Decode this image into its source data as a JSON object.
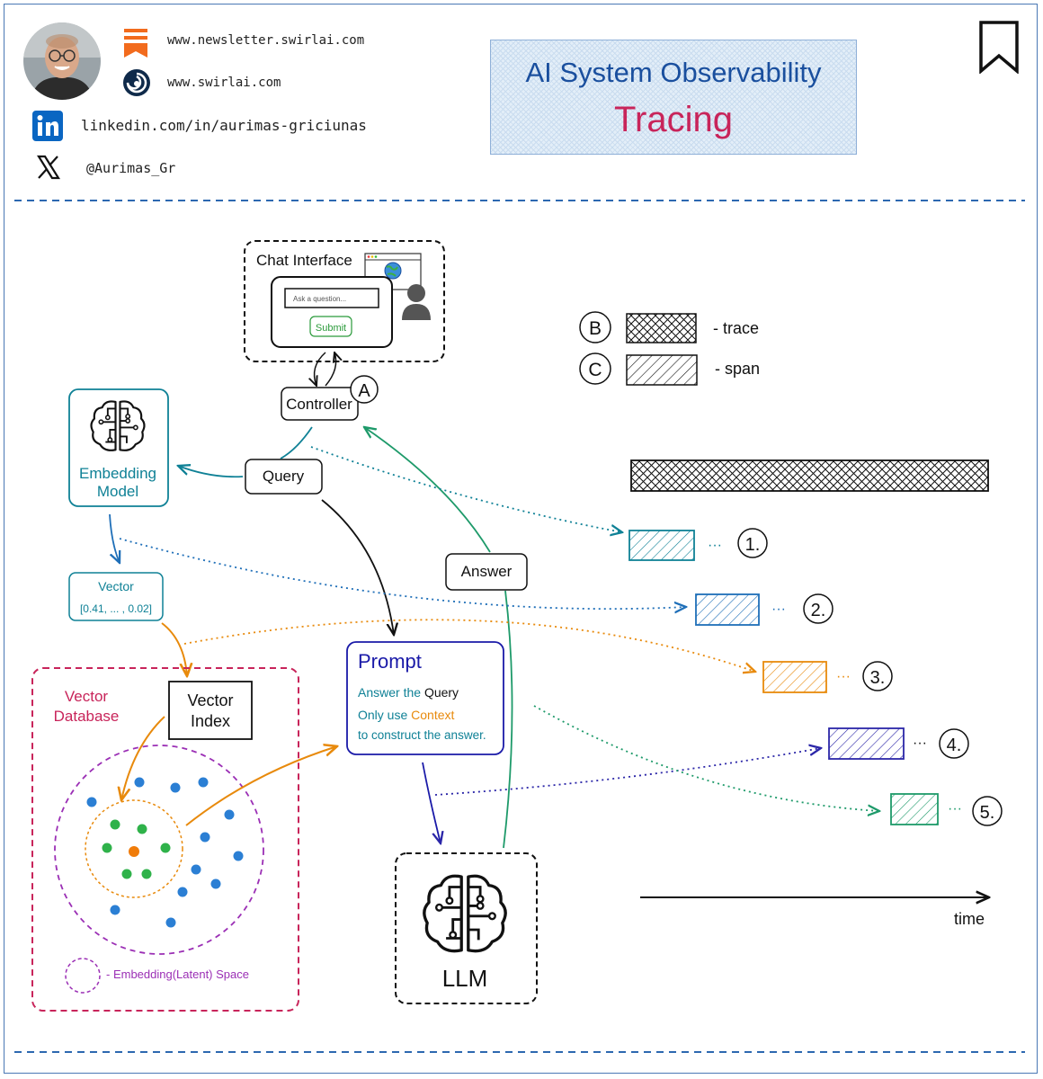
{
  "header": {
    "newsletter_url": "www.newsletter.swirlai.com",
    "site_url": "www.swirlai.com",
    "linkedin": "linkedin.com/in/aurimas-griciunas",
    "twitter": "@Aurimas_Gr",
    "title": "AI System Observability",
    "subtitle": "Tracing"
  },
  "diagram": {
    "chat_title": "Chat Interface",
    "ask_placeholder": "Ask a question...",
    "submit": "Submit",
    "controller": "Controller",
    "controller_mark": "A",
    "query": "Query",
    "answer": "Answer",
    "embedding_1": "Embedding",
    "embedding_2": "Model",
    "vector_title": "Vector",
    "vector_value": "[0.41, ... , 0.02]",
    "vdb_1": "Vector",
    "vdb_2": "Database",
    "vindex_1": "Vector",
    "vindex_2": "Index",
    "prompt_title": "Prompt",
    "prompt_l1a": "Answer the ",
    "prompt_l1b": "Query",
    "prompt_l2a": "Only use ",
    "prompt_l2b": "Context",
    "prompt_l3": "to construct the answer.",
    "llm": "LLM",
    "latent_legend": "- Embedding(Latent) Space"
  },
  "legend": {
    "trace_mark": "B",
    "trace_label": "- trace",
    "span_mark": "C",
    "span_label": "- span"
  },
  "timeline": {
    "time_label": "time",
    "ellipsis": "···",
    "spans": [
      "1.",
      "2.",
      "3.",
      "4.",
      "5."
    ],
    "colors": {
      "teal": "#0f8196",
      "blue": "#1f6fb8",
      "orange": "#e88a0c",
      "indigo": "#2b26a8",
      "green": "#1e9a6a",
      "red": "#c8245a",
      "purple": "#9b2fb5"
    }
  }
}
